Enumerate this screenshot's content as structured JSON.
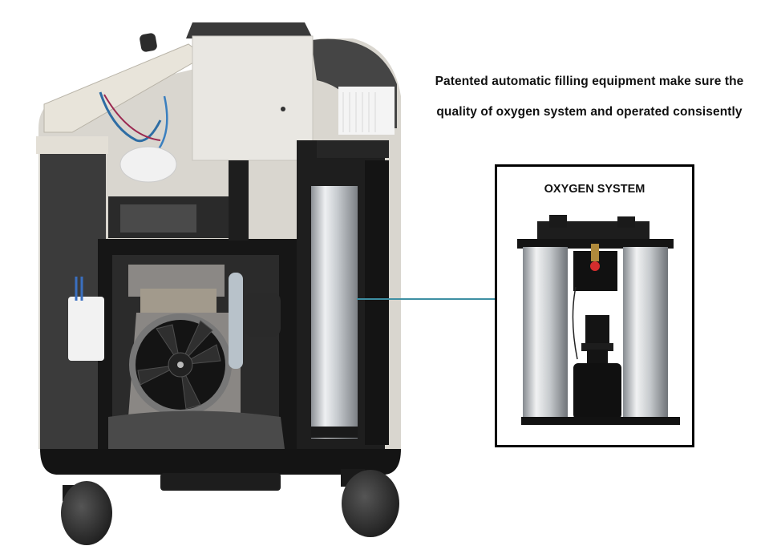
{
  "caption": {
    "line1": "Patented automatic filling equipment make sure the",
    "line2": "quality of oxygen system and operated consisently"
  },
  "inset": {
    "title": "OXYGEN SYSTEM"
  },
  "colors": {
    "callout_line": "#3e8fa3",
    "border": "#000000",
    "foam": "#3a3a3a",
    "frame": "#1c1c1c",
    "housing": "#e6e3dc",
    "cylinder": "#c8ccd0"
  }
}
